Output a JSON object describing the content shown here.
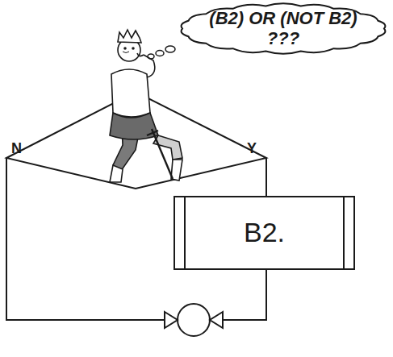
{
  "diagram": {
    "nodes": [
      {
        "text": [
          "(B2) OR (NOT B2)",
          "???"
        ]
      },
      {
        "text": [
          "B2."
        ]
      }
    ],
    "labels": [
      "N",
      "Y"
    ]
  }
}
